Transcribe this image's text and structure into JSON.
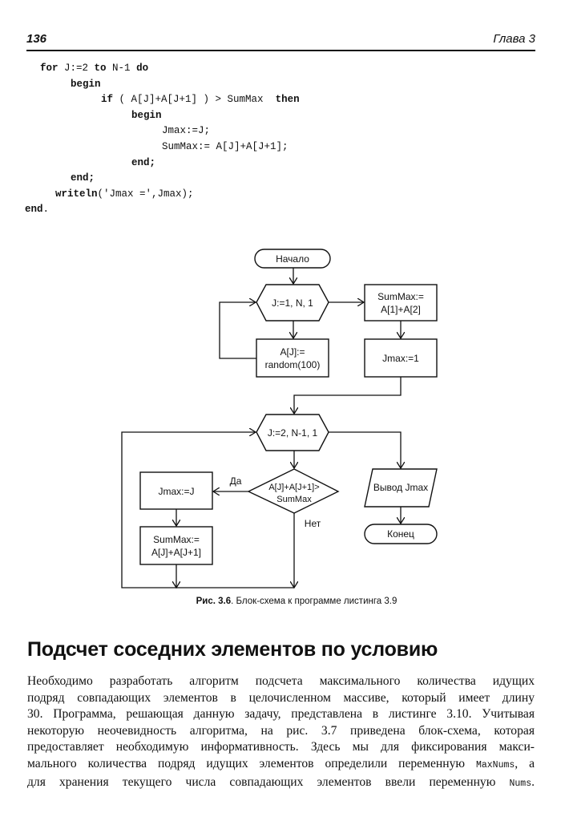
{
  "header": {
    "page_number": "136",
    "chapter": "Глава 3"
  },
  "code_listing": {
    "lines": [
      {
        "indent": 0,
        "parts": [
          {
            "t": "for",
            "kw": true
          },
          {
            "t": " J:=2 "
          },
          {
            "t": "to",
            "kw": true
          },
          {
            "t": " N-1 "
          },
          {
            "t": "do",
            "kw": true
          }
        ]
      },
      {
        "indent": 1,
        "parts": [
          {
            "t": "begin",
            "kw": true
          }
        ]
      },
      {
        "indent": 2,
        "parts": [
          {
            "t": "if",
            "kw": true
          },
          {
            "t": " ( A[J]+A[J+1] ) > SumMax  "
          },
          {
            "t": "then",
            "kw": true
          }
        ]
      },
      {
        "indent": 3,
        "parts": [
          {
            "t": "begin",
            "kw": true
          }
        ]
      },
      {
        "indent": 4,
        "parts": [
          {
            "t": "Jmax:=J;"
          }
        ]
      },
      {
        "indent": 4,
        "parts": [
          {
            "t": "SumMax:= A[J]+A[J+1];"
          }
        ]
      },
      {
        "indent": 3,
        "parts": [
          {
            "t": "end;",
            "kw": true
          }
        ]
      },
      {
        "indent": 1,
        "parts": [
          {
            "t": "end;",
            "kw": true
          }
        ]
      },
      {
        "indent": 0.5,
        "parts": [
          {
            "t": "writeln",
            "kw": true
          },
          {
            "t": "('Jmax =',Jmax);"
          }
        ]
      },
      {
        "indent": -0.5,
        "parts": [
          {
            "t": "end",
            "kw": true
          },
          {
            "t": "."
          }
        ]
      }
    ]
  },
  "flowchart": {
    "start": "Начало",
    "loop1": "J:=1, N, 1",
    "assign_random": [
      "A[J]:=",
      "random(100)"
    ],
    "init_summax": [
      "SumMax:=",
      "A[1]+A[2]"
    ],
    "init_jmax": "Jmax:=1",
    "loop2": "J:=2, N-1, 1",
    "condition": [
      "A[J]+A[J+1]>",
      "SumMax"
    ],
    "yes_label": "Да",
    "no_label": "Нет",
    "set_jmax": "Jmax:=J",
    "set_summax": [
      "SumMax:=",
      "A[J]+A[J+1]"
    ],
    "output": "Вывод Jmax",
    "end": "Конец"
  },
  "caption": {
    "label": "Рис. 3.6",
    "text": ". Блок-схема к программе листинга 3.9"
  },
  "section": {
    "title": "Подсчет соседних элементов по условию"
  },
  "body": {
    "lines": [
      "Необходимо разработать алгоритм подсчета максимального количества идущих",
      "подряд совпадающих элементов в целочисленном массиве, который имеет длину",
      "30. Программа, решающая данную задачу, представлена в листинге 3.10. Учитывая",
      "некоторую неочевидность алгоритма, на рис. 3.7 приведена блок-схема, которая",
      "предоставляет необходимую информативность. Здесь мы для фиксирования макси-"
    ],
    "line6_prefix": "мального количества подряд идущих элементов определили переменную",
    "line6_code": "MaxNums",
    "line6_suffix": ", а",
    "line7_prefix": "для хранения текущего числа совпадающих элементов ввели переменную",
    "line7_code": "Nums",
    "line7_suffix": "."
  }
}
